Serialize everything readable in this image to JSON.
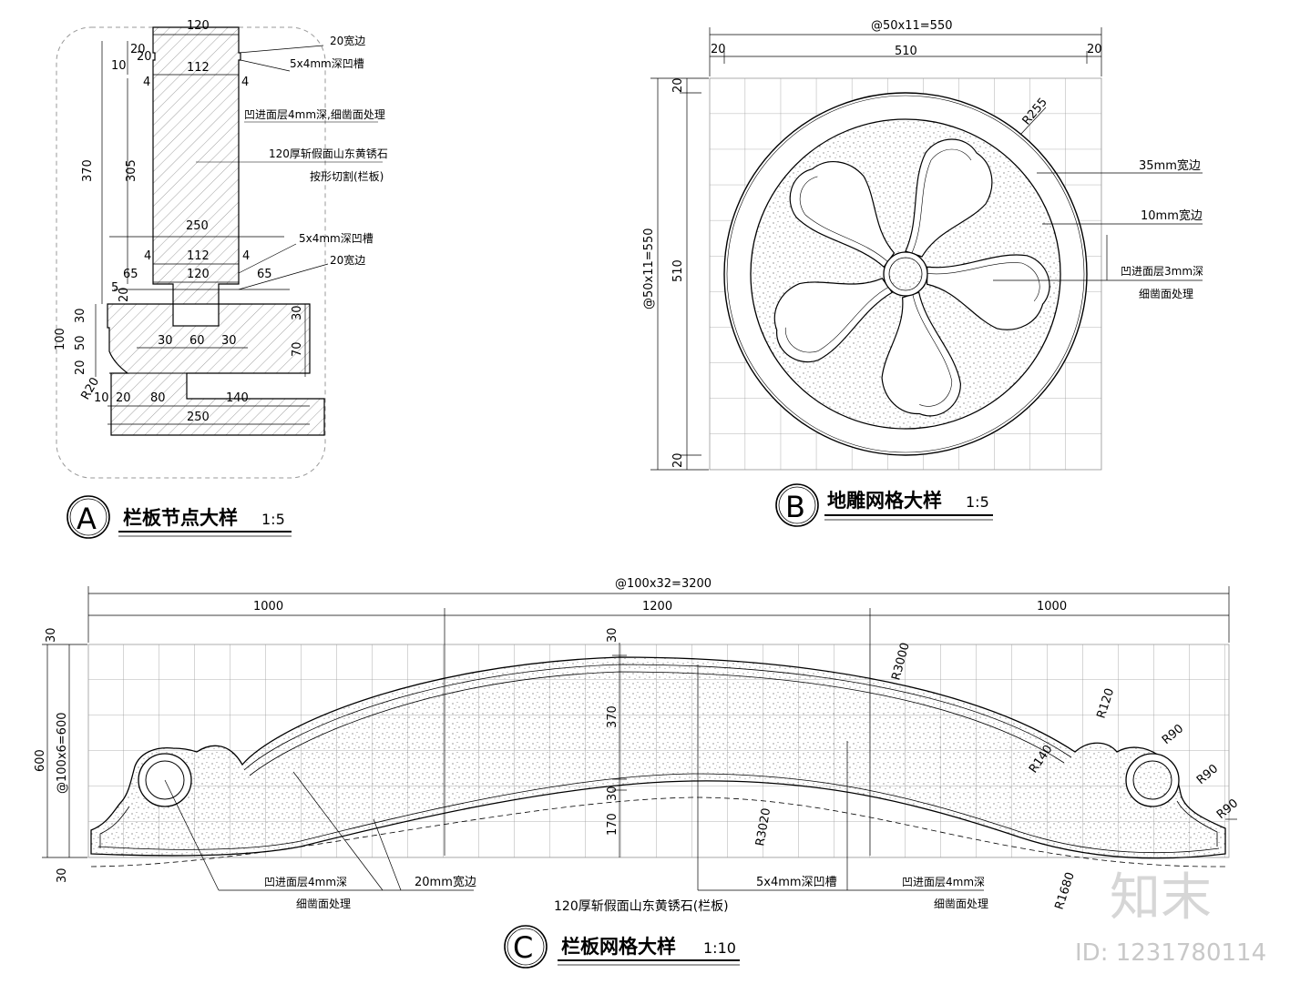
{
  "watermark": {
    "text": "知末",
    "id": "ID: 1231780114"
  },
  "detailA": {
    "letter": "A",
    "title": "栏板节点大样",
    "scale": "1:5",
    "dims": {
      "w120_top": "120",
      "d20a": "20",
      "d20b": "20",
      "d10": "10",
      "w112": "112",
      "d4a": "4",
      "d4b": "4",
      "h370": "370",
      "h305": "305",
      "w250": "250",
      "w112b": "112",
      "d4c": "4",
      "d4d": "4",
      "w120b": "120",
      "w65a": "65",
      "w65b": "65",
      "d5": "5",
      "d20c": "20",
      "h30a": "30",
      "h50": "50",
      "h20": "20",
      "h100": "100",
      "h30b": "30",
      "h70": "70",
      "g30a": "30",
      "g60": "60",
      "g30b": "30",
      "r20": "R20",
      "b10": "10",
      "b20": "20",
      "b80": "80",
      "b140": "140",
      "b250": "250"
    },
    "notes": {
      "edge20": "20宽边",
      "groove": "5x4mm深凹槽",
      "recess": "凹进面层4mm深,细凿面处理",
      "stone1": "120厚斩假面山东黄锈石",
      "stone2": "按形切割(栏板)",
      "groove2": "5x4mm深凹槽",
      "edge20b": "20宽边"
    }
  },
  "detailB": {
    "letter": "B",
    "title": "地雕网格大样",
    "scale": "1:5",
    "dims": {
      "top": "@50x11=550",
      "l20": "20",
      "mid": "510",
      "r20": "20",
      "vleft": "@50x11=550",
      "vmid": "510",
      "vt20": "20",
      "vb20": "20",
      "r255": "R255"
    },
    "notes": {
      "edge35": "35mm宽边",
      "edge10": "10mm宽边",
      "recess1": "凹进面层3mm深",
      "recess2": "细凿面处理"
    }
  },
  "detailC": {
    "letter": "C",
    "title": "栏板网格大样",
    "scale": "1:10",
    "dims": {
      "top": "@100x32=3200",
      "s1": "1000",
      "s2": "1200",
      "s3": "1000",
      "vleft1": "600",
      "vleft2": "@100x6=600",
      "vt30": "30",
      "vb30": "30",
      "m30a": "30",
      "m370": "370",
      "m30b": "30",
      "m170": "170",
      "r3000": "R3000",
      "r3020": "R3020",
      "r1680": "R1680",
      "r120": "R120",
      "r140": "R140",
      "r90a": "R90",
      "r90b": "R90",
      "r90c": "R90"
    },
    "notes": {
      "recessL1": "凹进面层4mm深",
      "recessL2": "细凿面处理",
      "edge20": "20mm宽边",
      "groove": "5x4mm深凹槽",
      "recessR1": "凹进面层4mm深",
      "recessR2": "细凿面处理",
      "stone": "120厚斩假面山东黄锈石(栏板)"
    }
  }
}
